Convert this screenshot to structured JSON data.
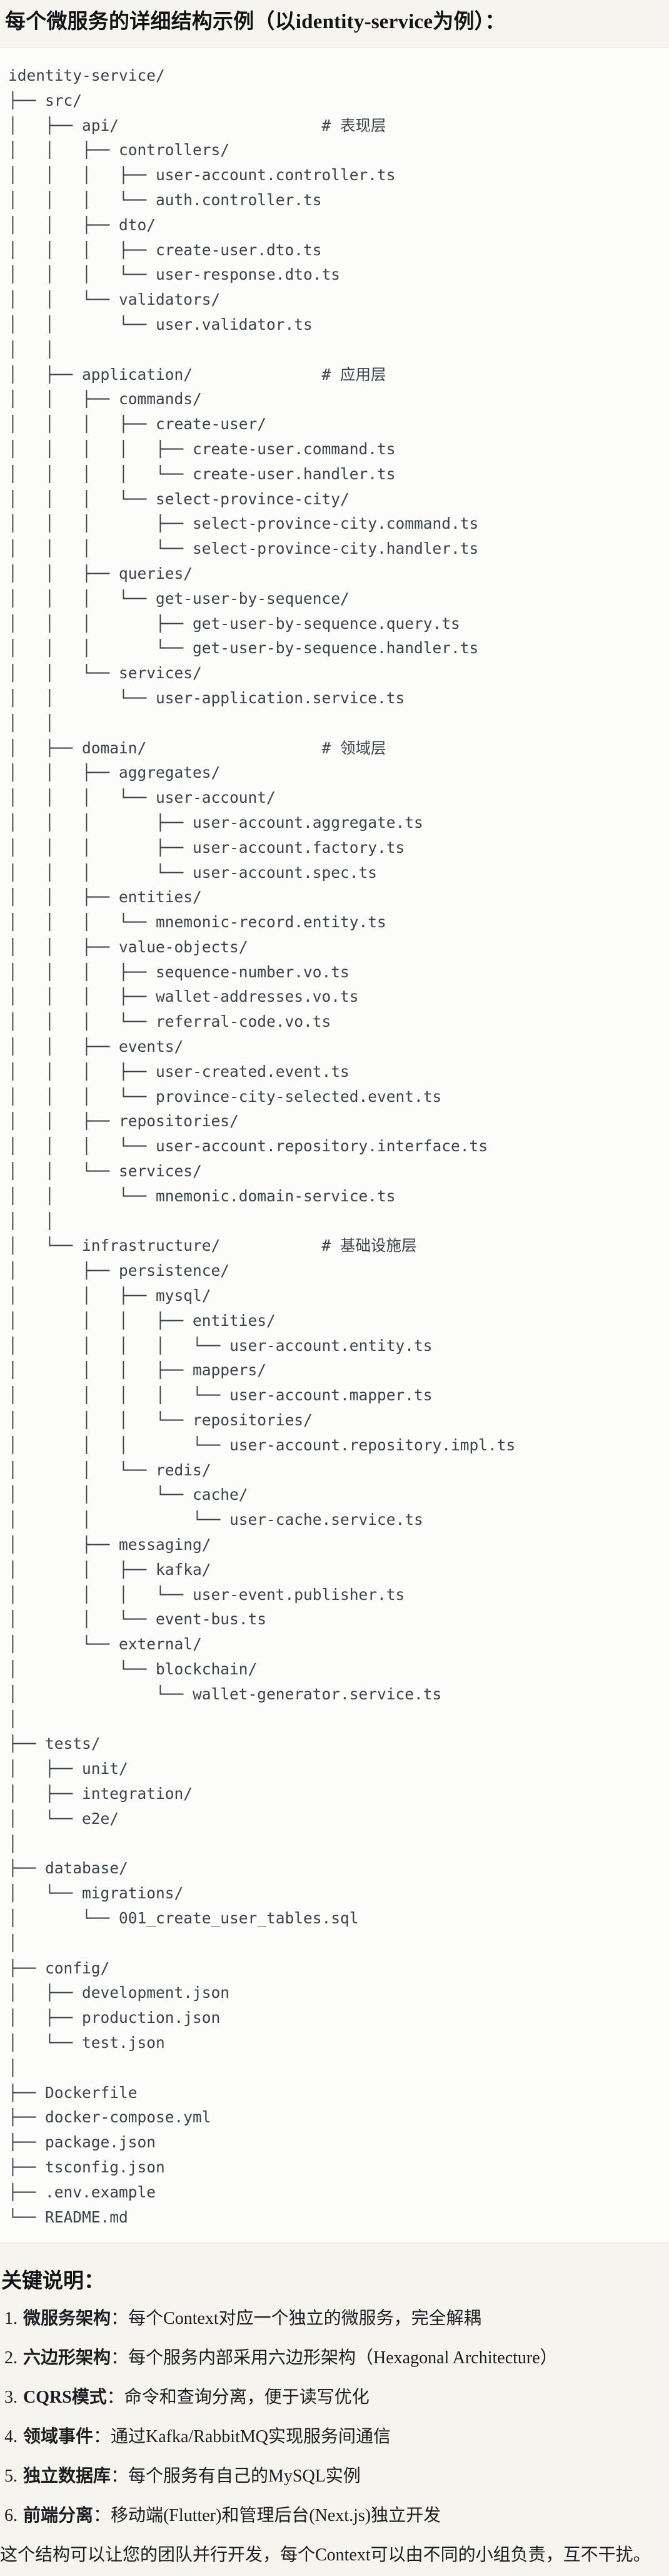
{
  "page": {
    "title": "每个微服务的详细结构示例（以identity-service为例）："
  },
  "tree": {
    "lines": [
      "identity-service/",
      "├── src/",
      "│   ├── api/                      # 表现层",
      "│   │   ├── controllers/",
      "│   │   │   ├── user-account.controller.ts",
      "│   │   │   └── auth.controller.ts",
      "│   │   ├── dto/",
      "│   │   │   ├── create-user.dto.ts",
      "│   │   │   └── user-response.dto.ts",
      "│   │   └── validators/",
      "│   │       └── user.validator.ts",
      "│   │",
      "│   ├── application/              # 应用层",
      "│   │   ├── commands/",
      "│   │   │   ├── create-user/",
      "│   │   │   │   ├── create-user.command.ts",
      "│   │   │   │   └── create-user.handler.ts",
      "│   │   │   └── select-province-city/",
      "│   │   │       ├── select-province-city.command.ts",
      "│   │   │       └── select-province-city.handler.ts",
      "│   │   ├── queries/",
      "│   │   │   └── get-user-by-sequence/",
      "│   │   │       ├── get-user-by-sequence.query.ts",
      "│   │   │       └── get-user-by-sequence.handler.ts",
      "│   │   └── services/",
      "│   │       └── user-application.service.ts",
      "│   │",
      "│   ├── domain/                   # 领域层",
      "│   │   ├── aggregates/",
      "│   │   │   └── user-account/",
      "│   │   │       ├── user-account.aggregate.ts",
      "│   │   │       ├── user-account.factory.ts",
      "│   │   │       └── user-account.spec.ts",
      "│   │   ├── entities/",
      "│   │   │   └── mnemonic-record.entity.ts",
      "│   │   ├── value-objects/",
      "│   │   │   ├── sequence-number.vo.ts",
      "│   │   │   ├── wallet-addresses.vo.ts",
      "│   │   │   └── referral-code.vo.ts",
      "│   │   ├── events/",
      "│   │   │   ├── user-created.event.ts",
      "│   │   │   └── province-city-selected.event.ts",
      "│   │   ├── repositories/",
      "│   │   │   └── user-account.repository.interface.ts",
      "│   │   └── services/",
      "│   │       └── mnemonic.domain-service.ts",
      "│   │",
      "│   └── infrastructure/           # 基础设施层",
      "│       ├── persistence/",
      "│       │   ├── mysql/",
      "│       │   │   ├── entities/",
      "│       │   │   │   └── user-account.entity.ts",
      "│       │   │   ├── mappers/",
      "│       │   │   │   └── user-account.mapper.ts",
      "│       │   │   └── repositories/",
      "│       │   │       └── user-account.repository.impl.ts",
      "│       │   └── redis/",
      "│       │       └── cache/",
      "│       │           └── user-cache.service.ts",
      "│       ├── messaging/",
      "│       │   ├── kafka/",
      "│       │   │   └── user-event.publisher.ts",
      "│       │   └── event-bus.ts",
      "│       └── external/",
      "│           └── blockchain/",
      "│               └── wallet-generator.service.ts",
      "│",
      "├── tests/",
      "│   ├── unit/",
      "│   ├── integration/",
      "│   └── e2e/",
      "│",
      "├── database/",
      "│   └── migrations/",
      "│       └── 001_create_user_tables.sql",
      "│",
      "├── config/",
      "│   ├── development.json",
      "│   ├── production.json",
      "│   └── test.json",
      "│",
      "├── Dockerfile",
      "├── docker-compose.yml",
      "├── package.json",
      "├── tsconfig.json",
      "├── .env.example",
      "└── README.md"
    ]
  },
  "notes": {
    "title": "关键说明：",
    "items": [
      {
        "num": "1.",
        "term": "微服务架构",
        "desc": "：每个Context对应一个独立的微服务，完全解耦"
      },
      {
        "num": "2.",
        "term": "六边形架构",
        "desc": "：每个服务内部采用六边形架构（Hexagonal Architecture）"
      },
      {
        "num": "3.",
        "term": "CQRS模式",
        "desc": "：命令和查询分离，便于读写优化"
      },
      {
        "num": "4.",
        "term": "领域事件",
        "desc": "：通过Kafka/RabbitMQ实现服务间通信"
      },
      {
        "num": "5.",
        "term": "独立数据库",
        "desc": "：每个服务有自己的MySQL实例"
      },
      {
        "num": "6.",
        "term": "前端分离",
        "desc": "：移动端(Flutter)和管理后台(Next.js)独立开发"
      }
    ],
    "footer": "这个结构可以让您的团队并行开发，每个Context可以由不同的小组负责，互不干扰。"
  },
  "colors": {
    "page_background": "#f5f4ef",
    "code_background": "#fcfcfa",
    "code_border": "#e6e3dc",
    "code_text": "#3c424a",
    "body_text": "#1b1d20"
  }
}
